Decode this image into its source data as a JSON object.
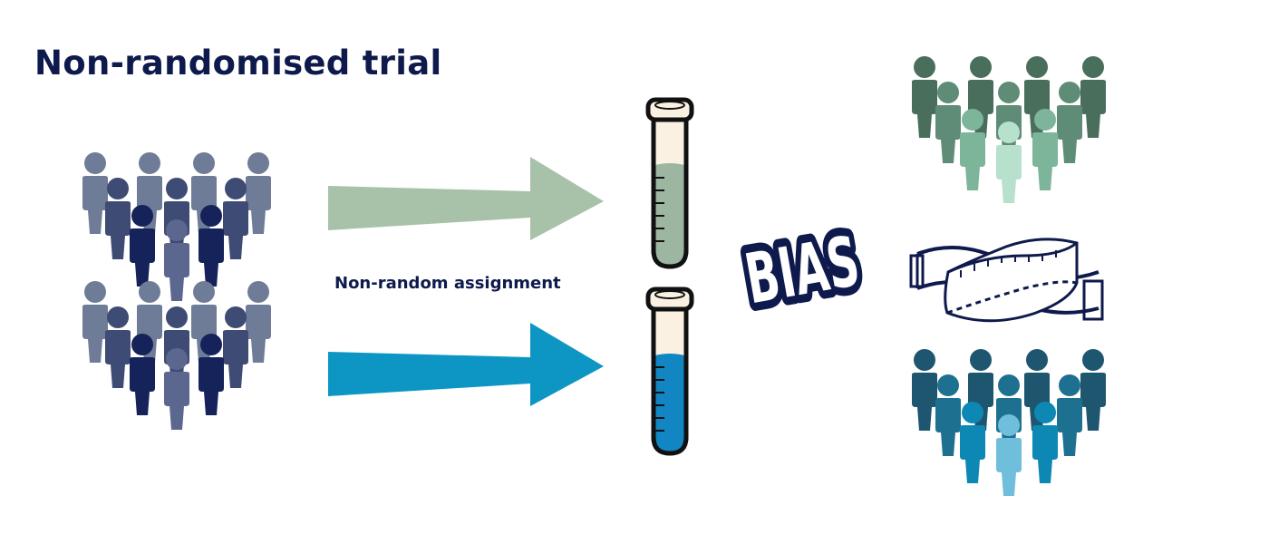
{
  "diagram": {
    "title": "Non-randomised trial",
    "assignment_label": "Non-random assignment",
    "bias_label": "BIAS"
  },
  "colors": {
    "title_text": "#0e1a4c",
    "source_crowd": [
      "#6f7c97",
      "#3e4b74",
      "#16225a",
      "#5c6790"
    ],
    "arrow_top": "#a8c2aa",
    "arrow_bottom": "#0d96c3",
    "tube_top_liquid": "#9db6a1",
    "tube_bottom_liquid": "#1186c2",
    "tube_glass": "#fbf1e2",
    "result_top_crowd": [
      "#4a6e5c",
      "#5f8c76",
      "#7cb59a",
      "#b7e0cd"
    ],
    "result_bottom_crowd": [
      "#1d566e",
      "#1e7090",
      "#0d87b3",
      "#6fbedb"
    ],
    "bias_fill": "#0e1a4c",
    "tape_stroke": "#0e1a4c"
  },
  "icons": {
    "source_group": "crowd-icon",
    "arrow": "arrow-right-icon",
    "tube": "test-tube-icon",
    "measure": "measuring-tape-icon"
  }
}
